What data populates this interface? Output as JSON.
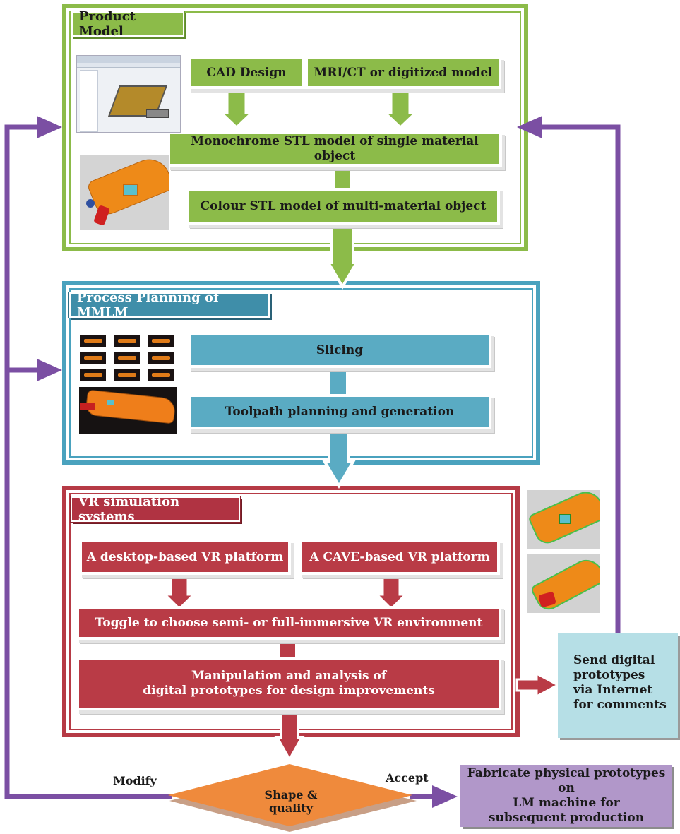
{
  "product_model": {
    "title": "Product Model",
    "cad_design": "CAD Design",
    "mri_ct": "MRI/CT or digitized model",
    "monochrome_stl": "Monochrome STL model of single material object",
    "colour_stl": "Colour STL model of multi-material object"
  },
  "process_planning": {
    "title": "Process Planning of MMLM",
    "slicing": "Slicing",
    "toolpath": "Toolpath planning and generation"
  },
  "vr_simulation": {
    "title": "VR simulation systems",
    "desktop": "A desktop-based VR platform",
    "cave": "A CAVE-based VR platform",
    "toggle": "Toggle to choose semi- or full-immersive VR environment",
    "manipulation_line1": "Manipulation and analysis of",
    "manipulation_line2": "digital prototypes for design improvements"
  },
  "send_digital": "Send digital prototypes via Internet for comments",
  "decision": {
    "label": "Shape & quality",
    "modify": "Modify",
    "accept": "Accept"
  },
  "fabricate": {
    "line1": "Fabricate physical prototypes on",
    "line2": "LM machine for",
    "line3": "subsequent production"
  },
  "colors": {
    "green": "#8cbb49",
    "blue": "#4aa2be",
    "red": "#b63a45",
    "purple": "#7b4fa3",
    "orange": "#ef8a3c"
  },
  "icons": [
    "cad-screenshot-image",
    "drill-model-image",
    "slicing-sequence-image",
    "vr-model-image"
  ]
}
